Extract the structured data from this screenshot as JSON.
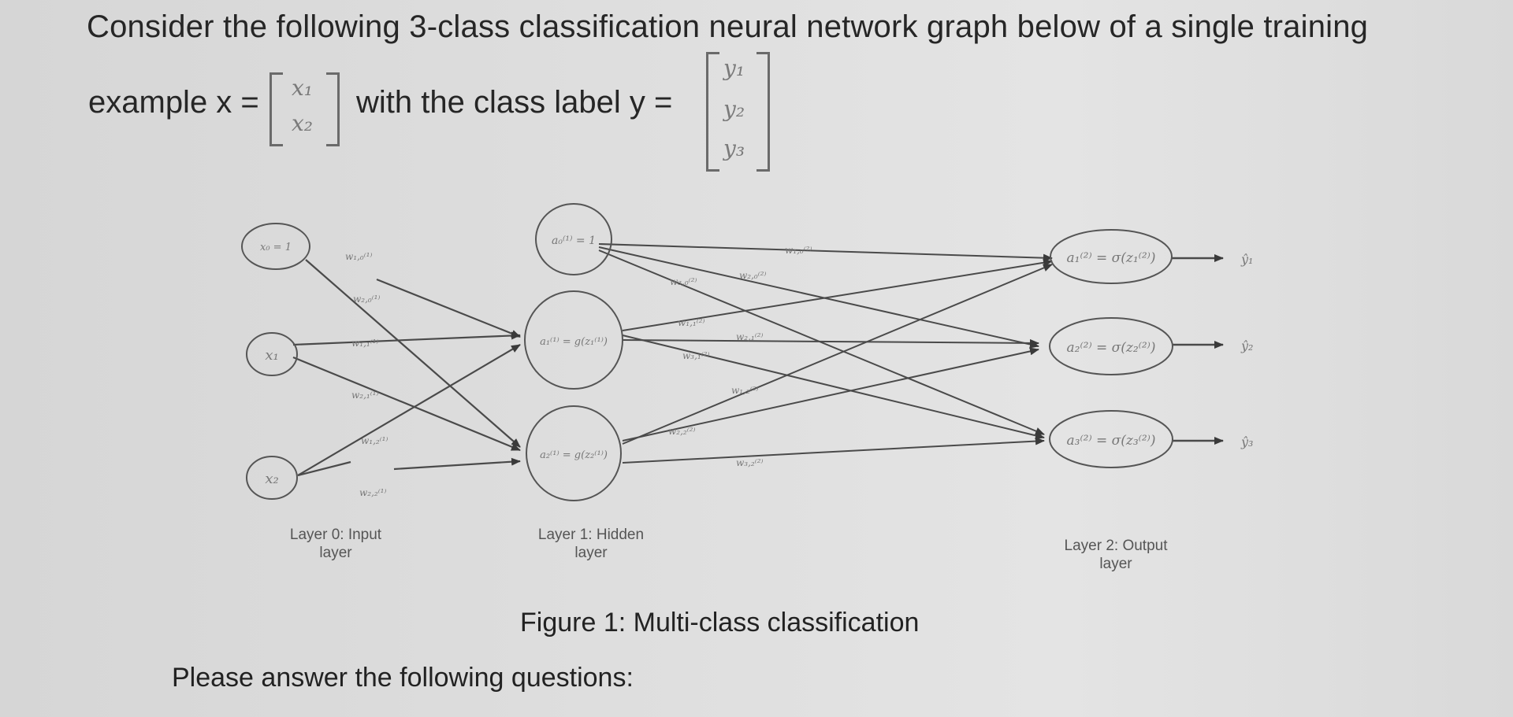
{
  "intro": {
    "line1": "Consider the following 3-class classification neural network graph below of a single training",
    "line2_prefix": "example x =",
    "line2_middle": "with the class label y =",
    "x_vector": [
      "x₁",
      "x₂"
    ],
    "y_vector": [
      "y₁",
      "y₂",
      "y₃"
    ]
  },
  "figure": {
    "input_nodes": [
      "x₀ = 1",
      "x₁",
      "x₂"
    ],
    "hidden_nodes": [
      "a₀⁽¹⁾ = 1",
      "a₁⁽¹⁾ = g(z₁⁽¹⁾)",
      "a₂⁽¹⁾ = g(z₂⁽¹⁾)"
    ],
    "output_nodes": [
      "a₁⁽²⁾ = σ(z₁⁽²⁾)",
      "a₂⁽²⁾ = σ(z₂⁽²⁾)",
      "a₃⁽²⁾ = σ(z₃⁽²⁾)"
    ],
    "outputs": [
      "ŷ₁",
      "ŷ₂",
      "ŷ₃"
    ],
    "weights_layer1": [
      "w₁,₀⁽¹⁾",
      "w₂,₀⁽¹⁾",
      "w₁,₁⁽¹⁾",
      "w₂,₁⁽¹⁾",
      "w₁,₂⁽¹⁾",
      "w₂,₂⁽¹⁾"
    ],
    "weights_layer2": [
      "w₁,₀⁽²⁾",
      "w₂,₀⁽²⁾",
      "w₃,₀⁽²⁾",
      "w₁,₁⁽²⁾",
      "w₂,₁⁽²⁾",
      "w₃,₁⁽²⁾",
      "w₁,₂⁽²⁾",
      "w₂,₂⁽²⁾",
      "w₃,₂⁽²⁾"
    ],
    "layer_labels": {
      "input": [
        "Layer 0: Input",
        "layer"
      ],
      "hidden": [
        "Layer 1: Hidden",
        "layer"
      ],
      "output": [
        "Layer 2: Output",
        "layer"
      ]
    },
    "caption": "Figure 1: Multi-class classification"
  },
  "prompt": "Please answer the following questions:"
}
